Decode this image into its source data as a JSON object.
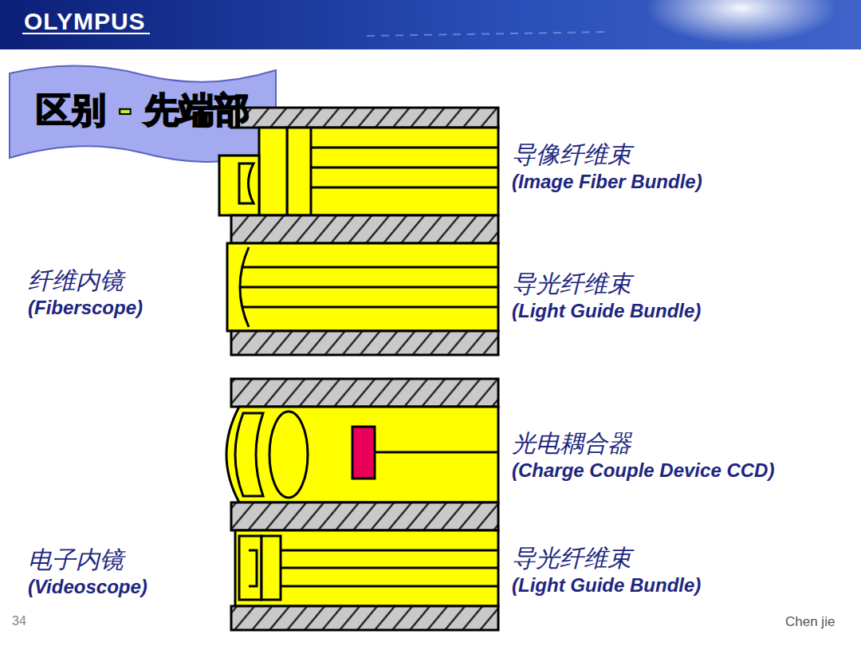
{
  "diagram": {
    "title": "区别 - 先端部",
    "labels": [
      "OLYMPUS",
      "导像纤维束",
      "(Image Fiber Bundle)",
      "纤维内镜",
      "(Fiberscope)",
      "导光纤维束",
      "(Light Guide Bundle)",
      "光电耦合器",
      "(Charge Couple Device CCD)",
      "电子内镜",
      "(Videoscope)",
      "导光纤维束",
      "(Light Guide Bundle)",
      "34",
      "Chen jie"
    ]
  }
}
